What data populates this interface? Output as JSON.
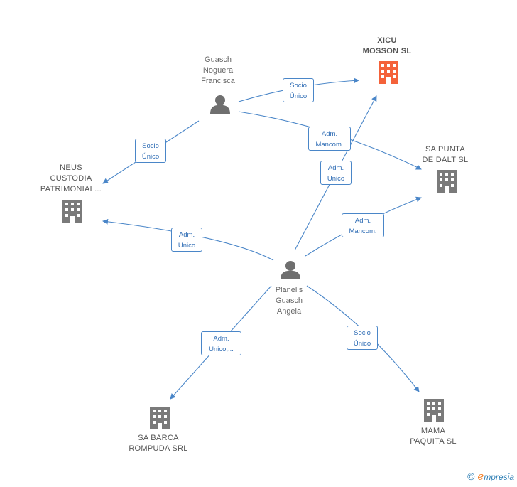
{
  "people": {
    "guasch": {
      "name": "Guasch\nNoguera\nFrancisca",
      "icon": "person-icon"
    },
    "planells": {
      "name": "Planells\nGuasch\nAngela",
      "icon": "person-icon"
    }
  },
  "companies": {
    "xicu": {
      "name": "XICU\nMOSSON  SL",
      "icon": "building-icon",
      "color": "#f4623a"
    },
    "sapunta": {
      "name": "SA PUNTA\nDE DALT  SL",
      "icon": "building-icon",
      "color": "#7a7a7a"
    },
    "neus": {
      "name": "NEUS\nCUSTODIA\nPATRIMONIAL...",
      "icon": "building-icon",
      "color": "#7a7a7a"
    },
    "sabarca": {
      "name": "SA BARCA\nROMPUDA SRL",
      "icon": "building-icon",
      "color": "#7a7a7a"
    },
    "mama": {
      "name": "MAMA\nPAQUITA  SL",
      "icon": "building-icon",
      "color": "#7a7a7a"
    }
  },
  "edges": {
    "guasch_xicu": "Socio\nÚnico",
    "guasch_sapunta": "Adm.\nMancom.",
    "guasch_neus": "Socio\nÚnico",
    "planells_xicu": "Adm.\nUnico",
    "planells_sapunta": "Adm.\nMancom.",
    "planells_neus": "Adm.\nUnico",
    "planells_sabarca": "Adm.\nUnico,...",
    "planells_mama": "Socio\nÚnico"
  },
  "colors": {
    "edge": "#4a86c8",
    "person": "#6f6f6f",
    "building": "#7a7a7a",
    "focus": "#f4623a"
  },
  "footer": {
    "copyright": "©",
    "brand_e": "e",
    "brand_rest": "mpresia"
  }
}
